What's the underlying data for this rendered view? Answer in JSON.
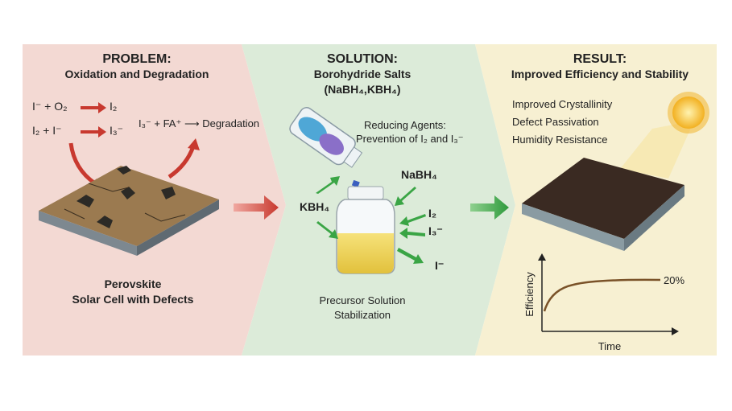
{
  "problem": {
    "title": "PROBLEM:",
    "subtitle": "Oxidation and Degradation",
    "eq1_left": "I⁻ + O₂",
    "eq1_right": "I₂",
    "eq2_left": "I₂ + I⁻",
    "eq2_right": "I₃⁻",
    "eq3": "I₃⁻ + FA⁺ ⟶ Degradation",
    "caption_line1": "Perovskite",
    "caption_line2": "Solar Cell with Defects"
  },
  "solution": {
    "title": "SOLUTION:",
    "subtitle_line1": "Borohydride Salts",
    "subtitle_line2": "(NaBH₄,KBH₄)",
    "agents_line1": "Reducing Agents:",
    "agents_line2": "Prevention of I₂ and I₃⁻",
    "nabh4": "NaBH₄",
    "kbh4": "KBH₄",
    "i2": "I₂",
    "i3": "I₃⁻",
    "iminus": "I⁻",
    "caption_line1": "Precursor Solution",
    "caption_line2": "Stabilization"
  },
  "result": {
    "title": "RESULT:",
    "subtitle": "Improved Efficiency and Stability",
    "benefits": [
      "Improved Crystallinity",
      "Defect Passivation",
      "Humidity Resistance"
    ],
    "graph_ylabel": "Efficiency",
    "graph_xlabel": "Time",
    "graph_value": "20%"
  },
  "colors": {
    "problem_bg": "#f3d9d3",
    "solution_bg": "#dcebd9",
    "result_bg": "#f7f0d2",
    "red_arrow": "#c8392f",
    "green_arrow": "#3aa545"
  }
}
